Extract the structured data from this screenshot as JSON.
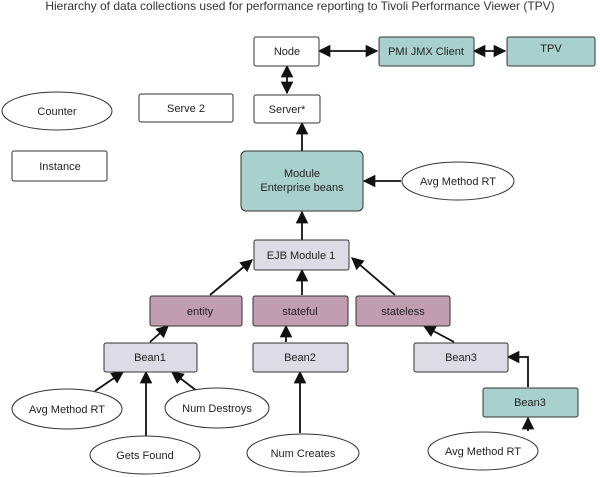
{
  "title": "Hierarchy of data collections used for performance reporting to Tivoli Performance Viewer (TPV)",
  "colors": {
    "plain": "#ffffff",
    "teal": "#a8d0cc",
    "lavender": "#dcdbe6",
    "mauve": "#c09eb0",
    "stroke": "#333333"
  },
  "legend": {
    "counter": "Counter",
    "instance": "Instance"
  },
  "nodes": {
    "node": "Node",
    "pmi_client": "PMI JMX Client",
    "tpv": "TPV",
    "serve2": "Serve 2",
    "server": "Server*",
    "module_line1": "Module",
    "module_line2": "Enterprise beans",
    "avg_module": "Avg Method RT",
    "ejb_module": "EJB Module 1",
    "entity": "entity",
    "stateful": "stateful",
    "stateless": "stateless",
    "bean1": "Bean1",
    "bean2": "Bean2",
    "bean3": "Bean3",
    "bean3_child": "Bean3",
    "avg_bean1": "Avg Method RT",
    "num_destroys": "Num Destroys",
    "gets_found": "Gets Found",
    "num_creates": "Num Creates",
    "avg_bean3": "Avg Method RT"
  }
}
